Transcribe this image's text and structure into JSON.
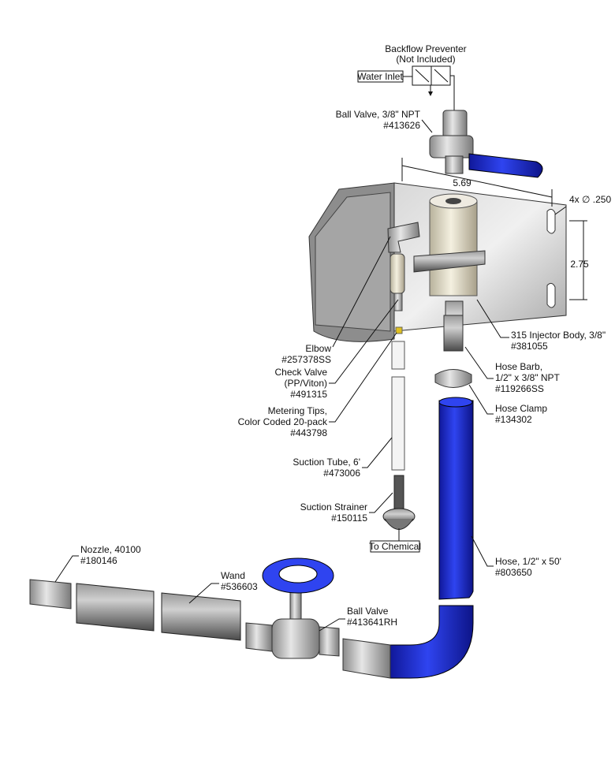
{
  "backflow": {
    "line1": "Backflow Preventer",
    "line2": "(Not Included)"
  },
  "water_inlet": "Water Inlet",
  "ball_valve_inlet": {
    "line1": "Ball Valve, 3/8\" NPT",
    "line2": "#413626"
  },
  "dimensions": {
    "width": "5.69",
    "holes": "4x ∅ .250",
    "height": "2.75"
  },
  "injector_body": {
    "line1": "315 Injector Body, 3/8\"",
    "line2": "#381055"
  },
  "elbow": {
    "line1": "Elbow",
    "line2": "#257378SS"
  },
  "check_valve": {
    "line1": "Check Valve",
    "line2": "(PP/Viton)",
    "line3": "#491315"
  },
  "metering_tips": {
    "line1": "Metering Tips,",
    "line2": "Color Coded 20-pack",
    "line3": "#443798"
  },
  "suction_tube": {
    "line1": "Suction Tube, 6'",
    "line2": "#473006"
  },
  "suction_strainer": {
    "line1": "Suction Strainer",
    "line2": "#150115"
  },
  "to_chemical": "To Chemical",
  "hose_barb": {
    "line1": "Hose Barb,",
    "line2": "1/2\" x 3/8\" NPT",
    "line3": "#119266SS"
  },
  "hose_clamp": {
    "line1": "Hose Clamp",
    "line2": "#134302"
  },
  "hose": {
    "line1": "Hose, 1/2\" x 50'",
    "line2": "#803650"
  },
  "nozzle": {
    "line1": "Nozzle, 40100",
    "line2": "#180146"
  },
  "wand": {
    "line1": "Wand",
    "line2": "#536603"
  },
  "ball_valve_outlet": {
    "line1": "Ball Valve",
    "line2": "#413641RH"
  },
  "colors": {
    "blue": "#1f2fd0",
    "steel": "#bdbdbd",
    "dark_steel": "#6d6d6d"
  }
}
